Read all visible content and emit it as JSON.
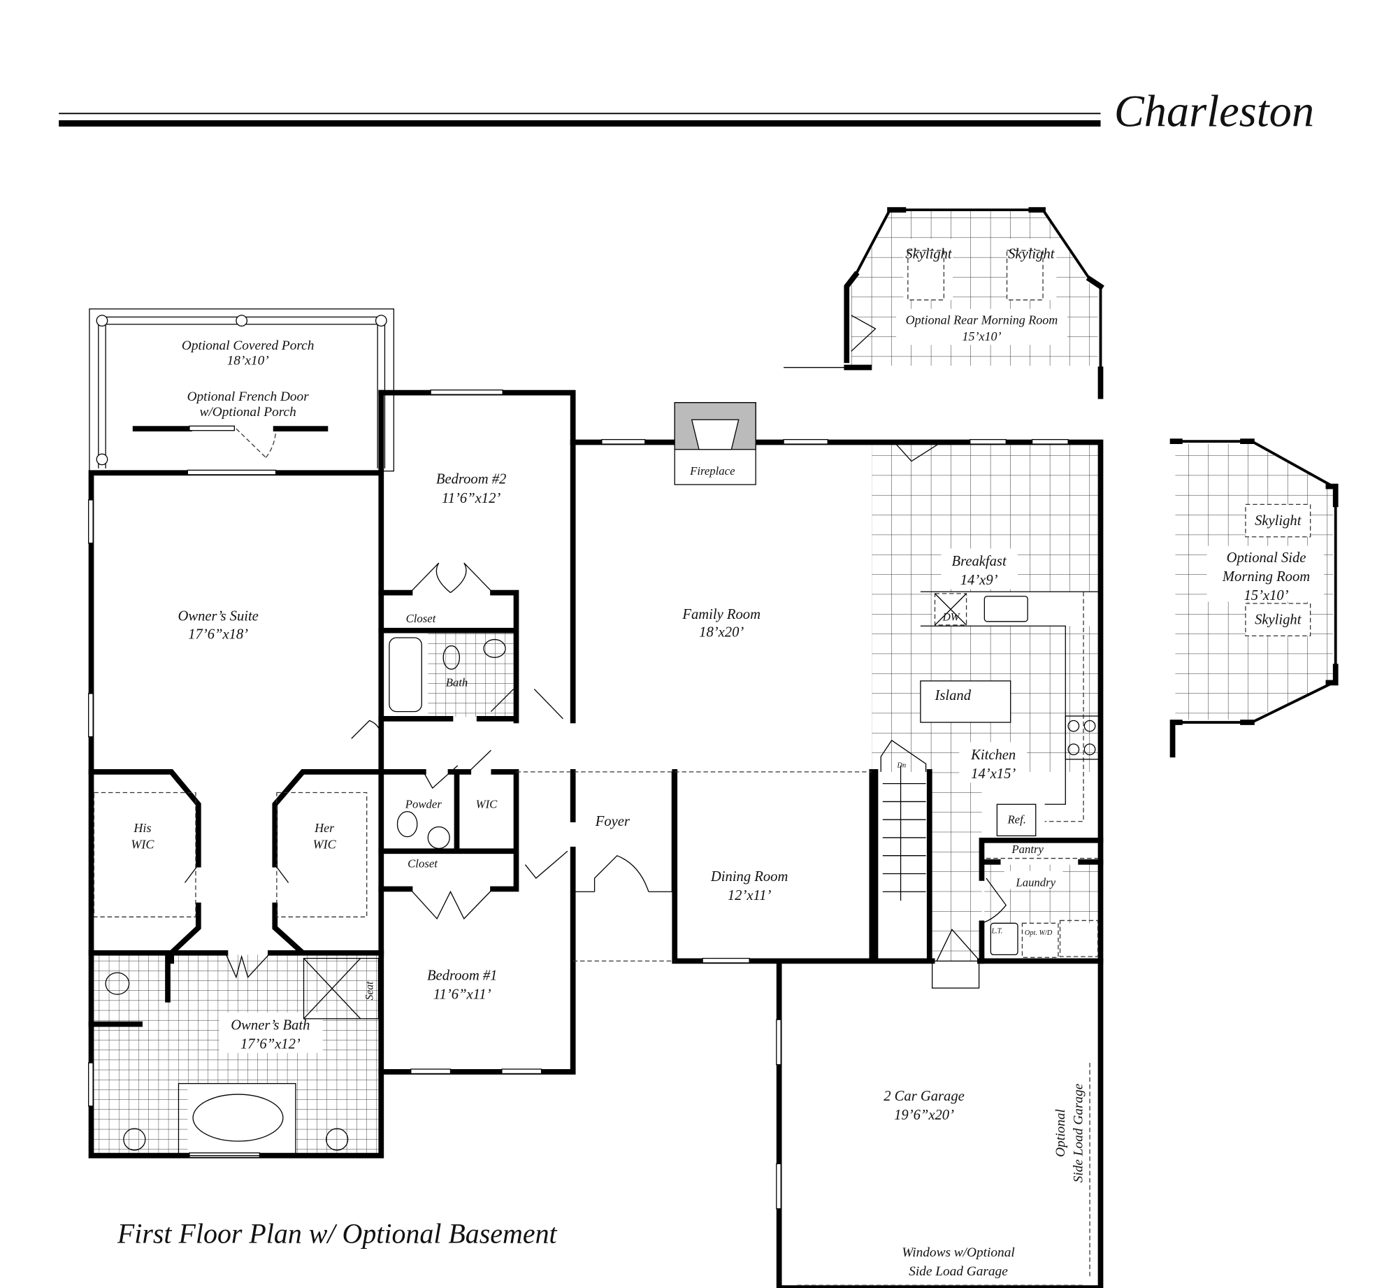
{
  "header": {
    "title": "Charleston"
  },
  "caption": "First Floor Plan  w/ Optional Basement",
  "rooms": {
    "porch": {
      "name": "Optional Covered Porch",
      "size": "18’x10’"
    },
    "french_door": {
      "line1": "Optional French Door",
      "line2": "w/Optional Porch"
    },
    "bedroom2": {
      "name": "Bedroom #2",
      "size": "11’6”x12’"
    },
    "closet_b2": "Closet",
    "bath": "Bath",
    "owners_suite": {
      "name": "Owner’s Suite",
      "size": "17’6”x18’"
    },
    "his_wic": {
      "line1": "His",
      "line2": "WIC"
    },
    "her_wic": {
      "line1": "Her",
      "line2": "WIC"
    },
    "powder": "Powder",
    "wic": "WIC",
    "closet_b1": "Closet",
    "bedroom1": {
      "name": "Bedroom #1",
      "size": "11’6”x11’"
    },
    "owners_bath": {
      "name": "Owner’s Bath",
      "size": "17’6”x12’"
    },
    "seat": "Seat",
    "fireplace": "Fireplace",
    "family_room": {
      "name": "Family Room",
      "size": "18’x20’"
    },
    "foyer": "Foyer",
    "dining_room": {
      "name": "Dining Room",
      "size": "12’x11’"
    },
    "breakfast": {
      "name": "Breakfast",
      "size": "14’x9’"
    },
    "dw": "DW",
    "island": "Island",
    "kitchen": {
      "name": "Kitchen",
      "size": "14’x15’"
    },
    "stairs_dn": "Dn",
    "ref": "Ref.",
    "pantry": "Pantry",
    "laundry": "Laundry",
    "laundry_tub": "L.T.",
    "opt_wd": "Opt. W/D",
    "garage": {
      "name": "2 Car Garage",
      "size": "19’6”x20’"
    },
    "side_load": {
      "line1": "Optional",
      "line2": "Side Load Garage"
    },
    "garage_windows": {
      "line1": "Windows w/Optional",
      "line2": "Side Load Garage"
    },
    "rear_morning": {
      "name": "Optional Rear Morning Room",
      "size": "15’x10’",
      "skylight1": "Skylight",
      "skylight2": "Skylight"
    },
    "side_morning": {
      "line1": "Optional Side",
      "line2": "Morning Room",
      "size": "15’x10’",
      "skylight1": "Skylight",
      "skylight2": "Skylight"
    }
  }
}
